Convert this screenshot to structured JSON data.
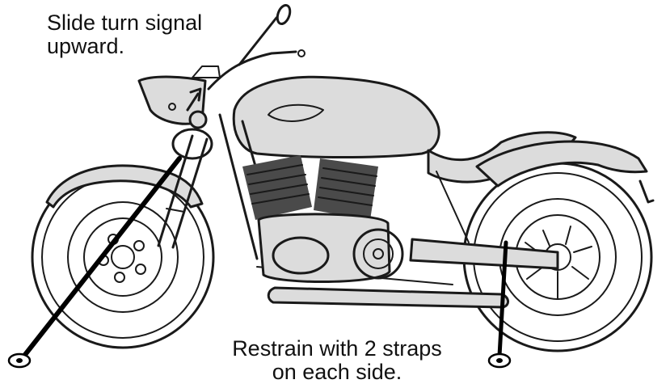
{
  "callouts": {
    "turn_signal": "Slide turn signal\nupward.",
    "straps": "Restrain with 2 straps\non each side."
  },
  "colors": {
    "ink": "#1a1a1a",
    "strap": "#000000",
    "engine": "#4a4a4a",
    "background": "#ffffff"
  },
  "icons": {
    "motorcycle": "cruiser-motorcycle-side-view",
    "strap_anchor": "tie-down-anchor-point",
    "arrow": "upward-arrow"
  }
}
